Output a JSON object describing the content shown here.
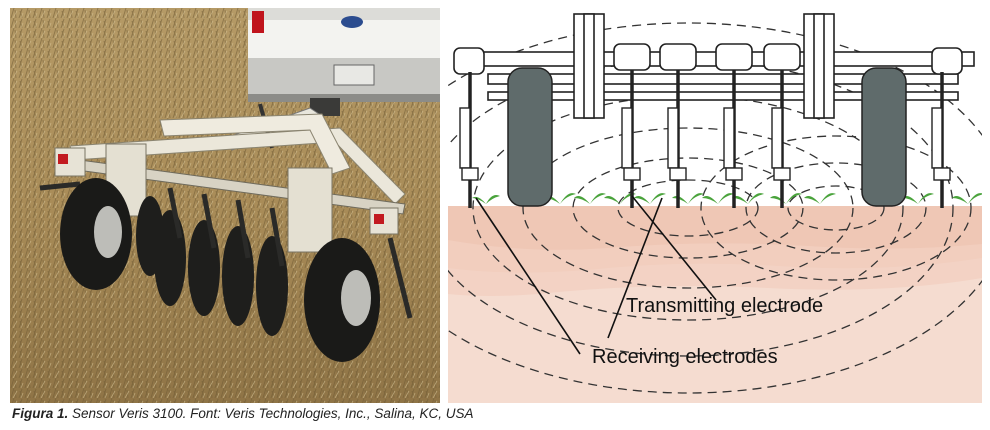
{
  "photo": {
    "alt": "Veris 3100 sensor cart towed behind a white pickup truck in a stubble field"
  },
  "diagram": {
    "labels": {
      "transmitting": "Transmitting electrode",
      "receiving": "Receiving electrodes"
    },
    "colors": {
      "soil_top": "#f0c7b4",
      "soil_band": "#ecbcaa",
      "soil_bottom": "#f5dcd0",
      "wheel": "#5f6b6b",
      "plant": "#4aa33c",
      "frame": "#222222"
    }
  },
  "caption": {
    "number": "Figura 1.",
    "text": " Sensor Veris 3100. Font: Veris Technologies, Inc., Salina, KC, USA"
  }
}
